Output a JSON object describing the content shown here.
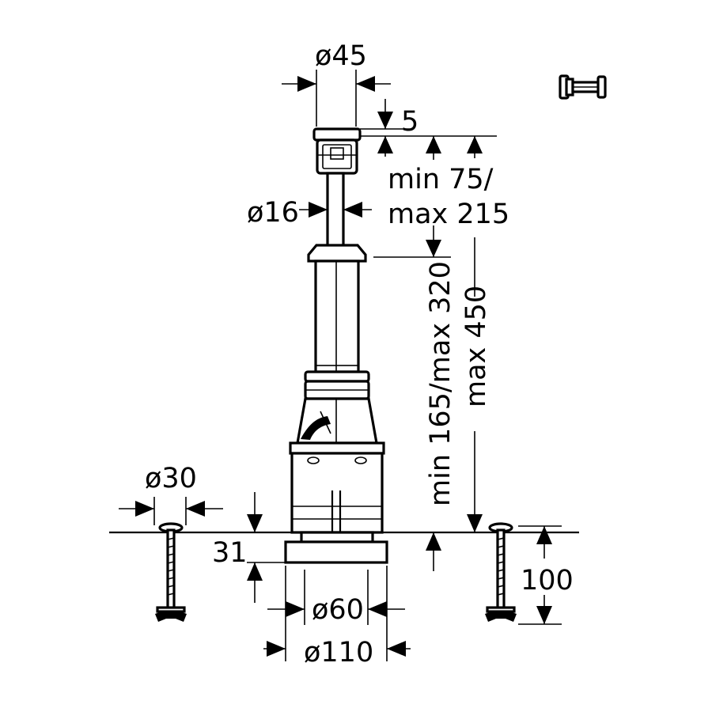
{
  "dimensions": {
    "top_diameter": "ø45",
    "top_offset": "5",
    "height_line1": "min 75/",
    "height_line2": "max 215",
    "rod_diameter": "ø16",
    "vertical_min_max": "min 165/max 320",
    "vertical_max": "max 450",
    "bolt_diameter": "ø30",
    "base_offset": "31",
    "bolt_length": "100",
    "base_inner_diameter": "ø60",
    "base_outer_diameter": "ø110"
  }
}
